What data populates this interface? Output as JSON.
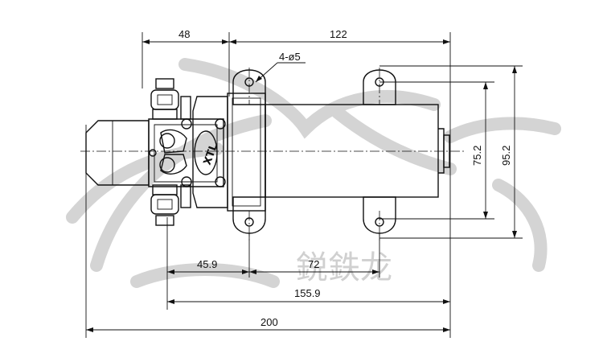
{
  "drawing": {
    "dimensions": {
      "top_left": "48",
      "top_right": "122",
      "holes": "4-ø5",
      "height_inner": "75.2",
      "height_outer": "95.2",
      "bottom_a": "45.9",
      "bottom_b": "72",
      "bottom_c": "155.9",
      "overall": "200"
    },
    "label_brand": "XTL",
    "watermark_text": "鋭鉄龙"
  }
}
